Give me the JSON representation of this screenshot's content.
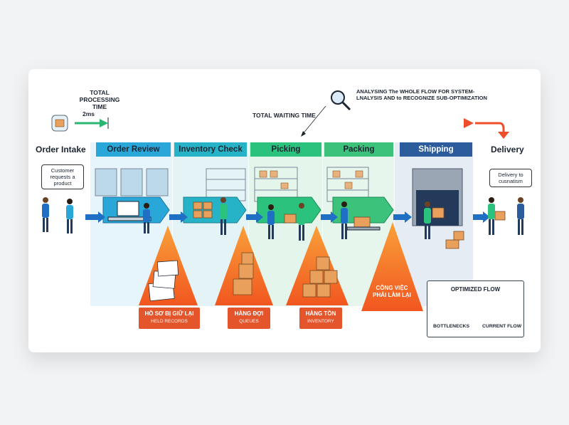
{
  "top_labels": {
    "total_processing_time": "TOTAL PROCESSING TIME",
    "processing_duration": "2ms",
    "total_waiting_time": "TOTAL WAITING TIME",
    "analysis_note": "ANALYSING The WHOLE FLOW FOR SYSTEM-LNALYSIS AND to RECOGNIZE SUB-OPTIMIZATION"
  },
  "endpoints": {
    "start": "Order Intake",
    "end": "Delivery"
  },
  "stages": [
    {
      "label": "Order Review",
      "color": "#2aa7d9"
    },
    {
      "label": "Inventory Check",
      "color": "#27b3c7"
    },
    {
      "label": "Picking",
      "color": "#2bc27d"
    },
    {
      "label": "Packing",
      "color": "#3cc27a"
    },
    {
      "label": "Shipping",
      "color": "#2c5c9b"
    }
  ],
  "bubbles": {
    "customer": "Customer requests a product",
    "delivery": "Delivery to cusnatism"
  },
  "bottlenecks": [
    {
      "title": "HỒ SƠ BỊ GIỮ LẠI",
      "subtitle": "HELD RECORDS"
    },
    {
      "title": "HÀNG ĐỢI",
      "subtitle": "QUEUES"
    },
    {
      "title": "HÀNG TỒN",
      "subtitle": "INVENTORY"
    }
  ],
  "rework_label": "CÔNG VIỆC PHẢI LÀM LẠI",
  "legend": {
    "title": "OPTIMIZED FLOW",
    "bottlenecks_label": "BOTTLENECKS",
    "current_flow_label": "CURRENT FLOW"
  },
  "colors": {
    "processing_arrow": "#2bb673",
    "waiting_arrow": "#f26a2e",
    "bottleneck": "#f15a24",
    "flow_arrow": "#1f6fc4"
  }
}
